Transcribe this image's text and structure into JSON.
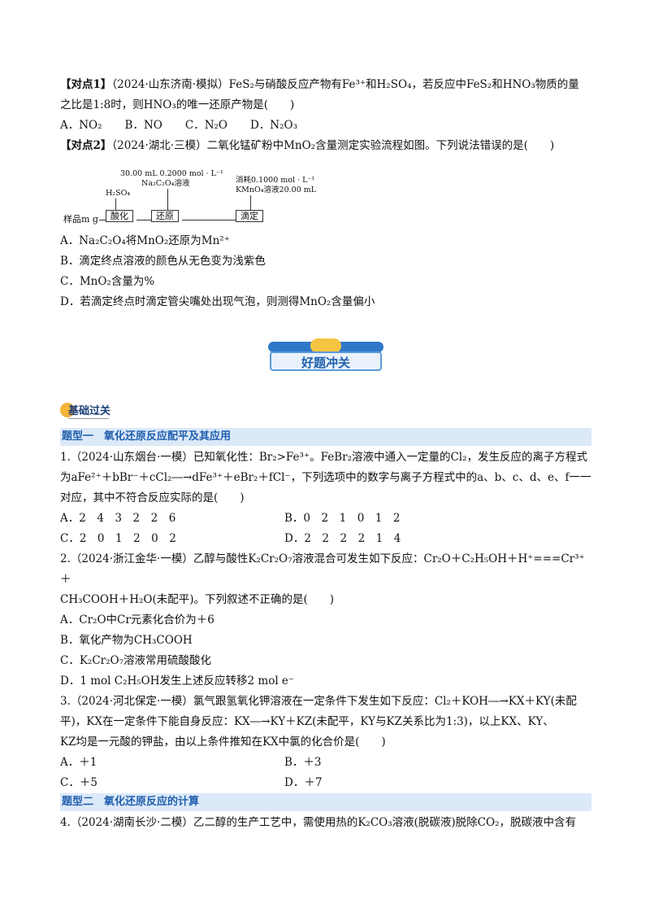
{
  "q1": {
    "prefix": "【对点1】",
    "line1": "（2024·山东济南·模拟）FeS₂与硝酸反应产物有Fe³⁺和H₂SO₄，若反应中FeS₂和HNO₃物质的量",
    "line2": "之比是1:8时，则HNO₃的唯一还原产物是(　　)",
    "options": [
      "A．NO₂",
      "B．NO",
      "C．N₂O",
      "D．N₂O₃"
    ]
  },
  "q2": {
    "prefix": "【对点2】",
    "line1": "（2024·湖北·三模）二氧化锰矿粉中MnO₂含量测定实验流程如图。下列说法错误的是(　　)",
    "flow": {
      "sample": "样品m g",
      "step1": "酸化",
      "step2": "还原",
      "step3": "滴定",
      "reagent1": "H₂SO₄",
      "reagent2_a": "30.00 mL 0.2000 mol · L⁻¹",
      "reagent2_b": "Na₂C₂O₄溶液",
      "reagent3_a": "消耗0.1000 mol · L⁻¹",
      "reagent3_b": "KMnO₄溶液20.00 mL"
    },
    "options": [
      "A．Na₂C₂O₄将MnO₂还原为Mn²⁺",
      "B．滴定终点溶液的颜色从无色变为浅紫色",
      "C．MnO₂含量为%",
      "D．若滴定终点时滴定管尖嘴处出现气泡，则测得MnO₂含量偏小"
    ]
  },
  "banner": {
    "title": "好题冲关"
  },
  "section": {
    "label": "基础过关"
  },
  "type1": {
    "label": "题型一　氧化还原反应配平及其应用"
  },
  "p1": {
    "line1": "1.（2024·山东烟台·一模）已知氧化性：Br₂>Fe³⁺。FeBr₂溶液中通入一定量的Cl₂，发生反应的离子方程式",
    "line2": "为aFe²⁺＋bBr⁻＋cCl₂―→dFe³⁺＋eBr₂＋fCl⁻，下列选项中的数字与离子方程式中的a、b、c、d、e、f一一",
    "line3": "对应，其中不符合反应实际的是(　　)",
    "options": [
      "A．2　4　3　2　2　6",
      "B．0　2　1　0　1　2",
      "C．2　0　1　2　0　2",
      "D．2　2　2　2　1　4"
    ]
  },
  "p2": {
    "line1": "2.（2024·浙江金华·一模）乙醇与酸性K₂Cr₂O₇溶液混合可发生如下反应：Cr₂O＋C₂H₅OH＋H⁺===Cr³⁺＋",
    "line2": "CH₃COOH＋H₂O(未配平)。下列叙述不正确的是(　　)",
    "options": [
      "A．Cr₂O中Cr元素化合价为＋6",
      "B．氧化产物为CH₃COOH",
      "C．K₂Cr₂O₇溶液常用硫酸酸化",
      "D．1 mol C₂H₅OH发生上述反应转移2 mol e⁻"
    ]
  },
  "p3": {
    "line1": "3.（2024·河北保定·一模）氯气跟氢氧化钾溶液在一定条件下发生如下反应：Cl₂＋KOH―→KX＋KY(未配",
    "line2": "平)，KX在一定条件下能自身反应：KX―→KY＋KZ(未配平，KY与KZ关系比为1:3)，以上KX、KY、",
    "line3": "KZ均是一元酸的钾盐，由以上条件推知在KX中氯的化合价是(　　)",
    "options": [
      "A．＋1",
      "B．＋3",
      "C．＋5",
      "D．＋7"
    ]
  },
  "type2": {
    "label": "题型二　氧化还原反应的计算"
  },
  "p4": {
    "line1": "4.（2024·湖南长沙·二模）乙二醇的生产工艺中，需使用热的K₂CO₃溶液(脱碳液)脱除CO₂，脱碳液中含有"
  }
}
